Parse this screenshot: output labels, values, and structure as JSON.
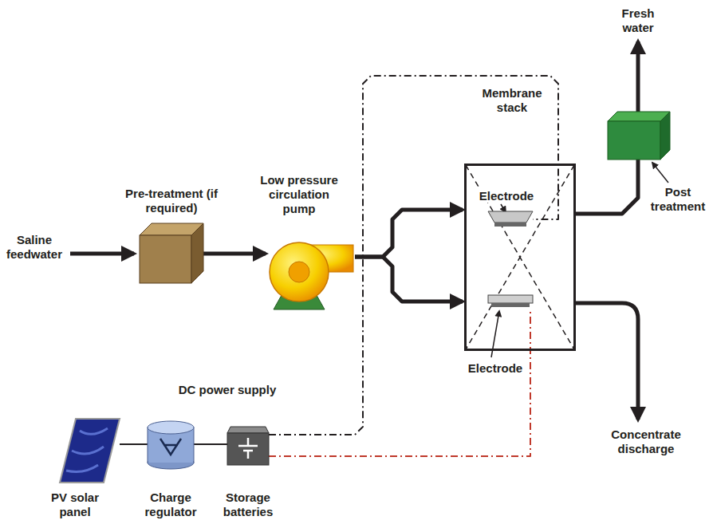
{
  "diagram": {
    "nodes": [
      {
        "text": [
          "Pre-treatment (if required)"
        ]
      },
      {
        "text": [
          "Low pressure circulation pump"
        ]
      },
      {
        "text": [
          "Membrane stack"
        ]
      },
      {
        "text": [
          "Electrode"
        ],
        "in": 2
      },
      {
        "text": [
          "Electrode"
        ],
        "in": 2
      },
      {
        "text": [
          "Post treatment"
        ]
      },
      {
        "text": [
          "PV solar panel"
        ]
      },
      {
        "text": [
          "Charge regulator"
        ]
      },
      {
        "text": [
          "Storage batteries"
        ]
      }
    ],
    "edges": [
      {
        "from": 0,
        "to": 1,
        "arrow": "to"
      },
      {
        "from": 1,
        "to": 2,
        "arrow": "to"
      },
      {
        "from": 2,
        "to": 5,
        "arrow": "none"
      },
      {
        "from": 6,
        "to": 7,
        "arrow": "none"
      },
      {
        "from": 7,
        "to": 8,
        "arrow": "none"
      },
      {
        "from": 8,
        "to": 3,
        "arrow": "none"
      },
      {
        "from": 8,
        "to": 4,
        "arrow": "none"
      }
    ],
    "labels": [
      "Saline feedwater",
      "Fresh water",
      "DC power supply",
      "Concentrate discharge"
    ]
  }
}
